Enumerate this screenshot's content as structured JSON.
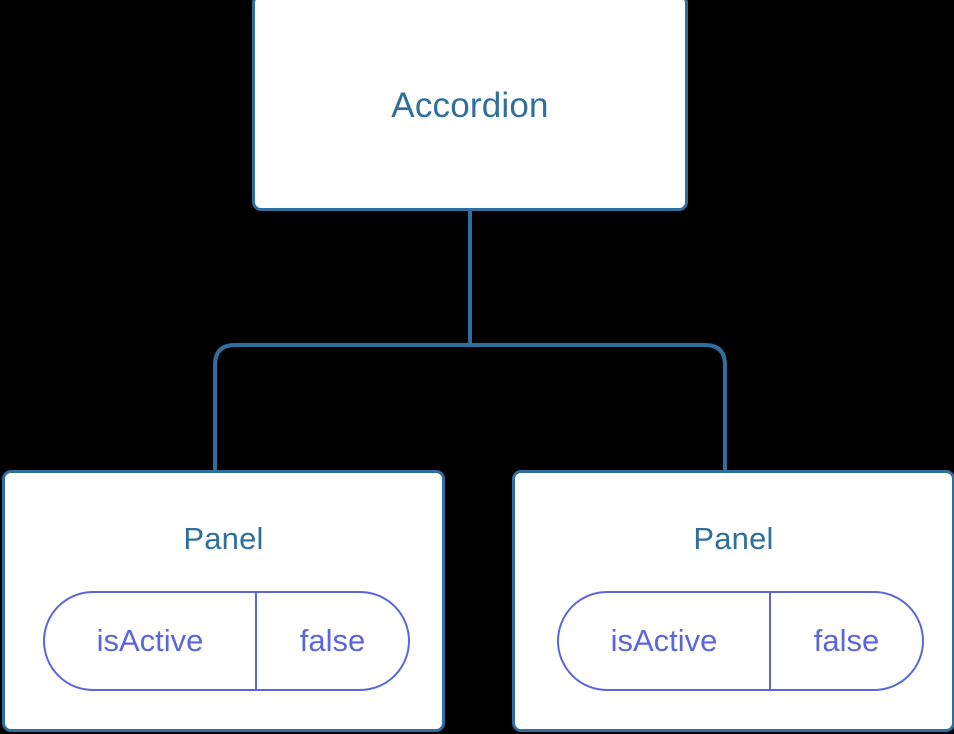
{
  "diagram": {
    "type": "component-tree",
    "background_color": "#000000",
    "node_border_color": "#2e6f9e",
    "node_fill_color": "#ffffff",
    "node_label_color": "#2e6f9e",
    "edge_color": "#2e6f9e",
    "prop_border_color": "#5c66dc",
    "prop_text_color": "#5c66dc",
    "root": {
      "label": "Accordion"
    },
    "children": [
      {
        "label": "Panel",
        "props": [
          {
            "key": "isActive",
            "value": "false"
          }
        ]
      },
      {
        "label": "Panel",
        "props": [
          {
            "key": "isActive",
            "value": "false"
          }
        ]
      }
    ],
    "edges": [
      {
        "from": "Accordion",
        "to": "Panel (left)"
      },
      {
        "from": "Accordion",
        "to": "Panel (right)"
      }
    ]
  }
}
